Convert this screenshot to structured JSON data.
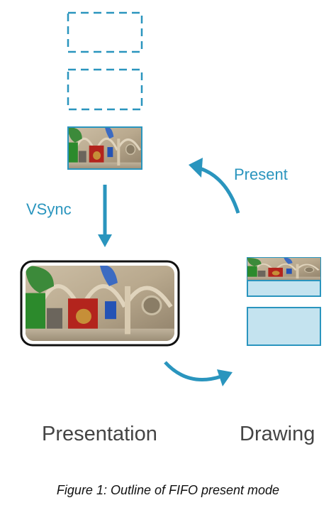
{
  "labels": {
    "vsync": "VSync",
    "present": "Present",
    "presentation": "Presentation",
    "drawing": "Drawing"
  },
  "caption": "Figure 1: Outline of FIFO present mode",
  "colors": {
    "accent": "#2a95be",
    "buffer_fill": "#c4e3ef",
    "label_text": "#444444"
  },
  "icons": {
    "arrow_down": "arrow-down-icon",
    "arrow_curved": "curved-arrow-icon"
  }
}
